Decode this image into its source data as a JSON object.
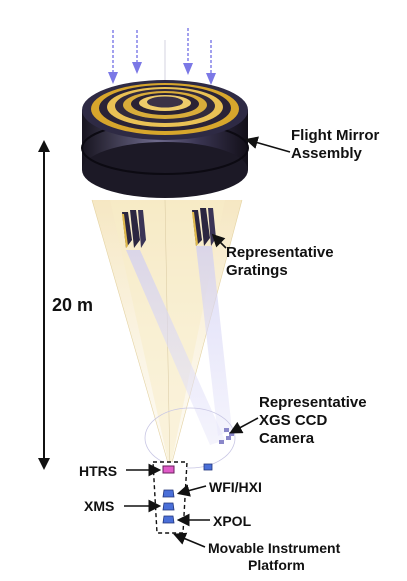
{
  "labels": {
    "mirror_line1": "Flight Mirror",
    "mirror_line2": "Assembly",
    "gratings_line1": "Representative",
    "gratings_line2": "Gratings",
    "scale": "20 m",
    "ccd_line1": "Representative",
    "ccd_line2": "XGS CCD",
    "ccd_line3": "Camera",
    "htrs": "HTRS",
    "wfi": "WFI/HXI",
    "xms": "XMS",
    "xpol": "XPOL",
    "platform_line1": "Movable Instrument",
    "platform_line2": "Platform"
  },
  "colors": {
    "incoming_rays": "#7b78e6",
    "mirror_dark": "#2a2640",
    "mirror_gold": "#e2b43c",
    "beam": "#f3e2b0",
    "grating_beam": "#b9b7ee",
    "htrs_detector": "#e05bc8",
    "detector": "#4a6fd8"
  },
  "icons": {
    "incoming": "incoming-xray-arrow-icon",
    "scale": "double-headed-scale-arrow-icon",
    "pointer": "pointer-arrow-icon"
  }
}
